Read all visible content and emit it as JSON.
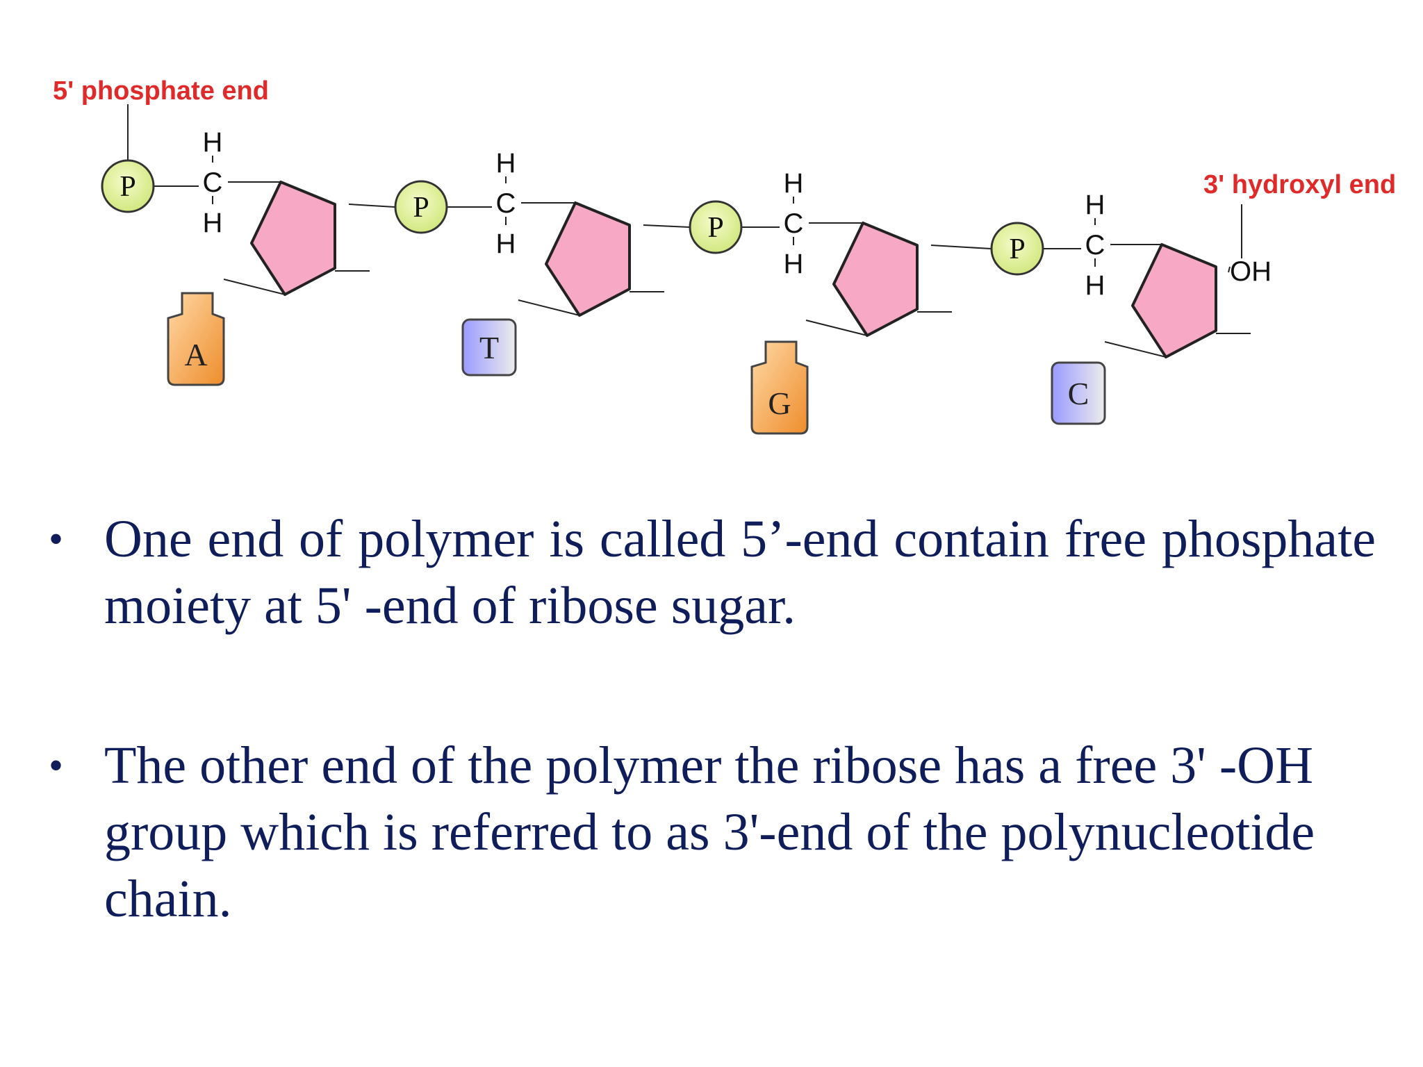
{
  "diagram": {
    "five_prime_label": "5' phosphate  end",
    "three_prime_label": "3' hydroxyl end",
    "terminal_group": "OH",
    "phosphate_label": "P",
    "carbon": "C",
    "hydrogen": "H",
    "nucleotides": [
      {
        "base": "A",
        "base_color": "#f5a347"
      },
      {
        "base": "T",
        "base_color": "#a9a8f0"
      },
      {
        "base": "G",
        "base_color": "#f5a347"
      },
      {
        "base": "C",
        "base_color": "#a9a8f0"
      }
    ],
    "colors": {
      "phosphate_fill": "#e4f59a",
      "sugar_fill": "#f7a8c4",
      "end_label": "#e02a2a"
    }
  },
  "bullets": [
    {
      "text": "One end of polymer is called 5’-end contain free phosphate moiety at 5' -end of ribose sugar."
    },
    {
      "text": "The other end of the polymer the ribose has a free 3' -OH group which is referred to as 3'-end of the polynucleotide chain."
    }
  ],
  "text_color": "#0f1d5a"
}
